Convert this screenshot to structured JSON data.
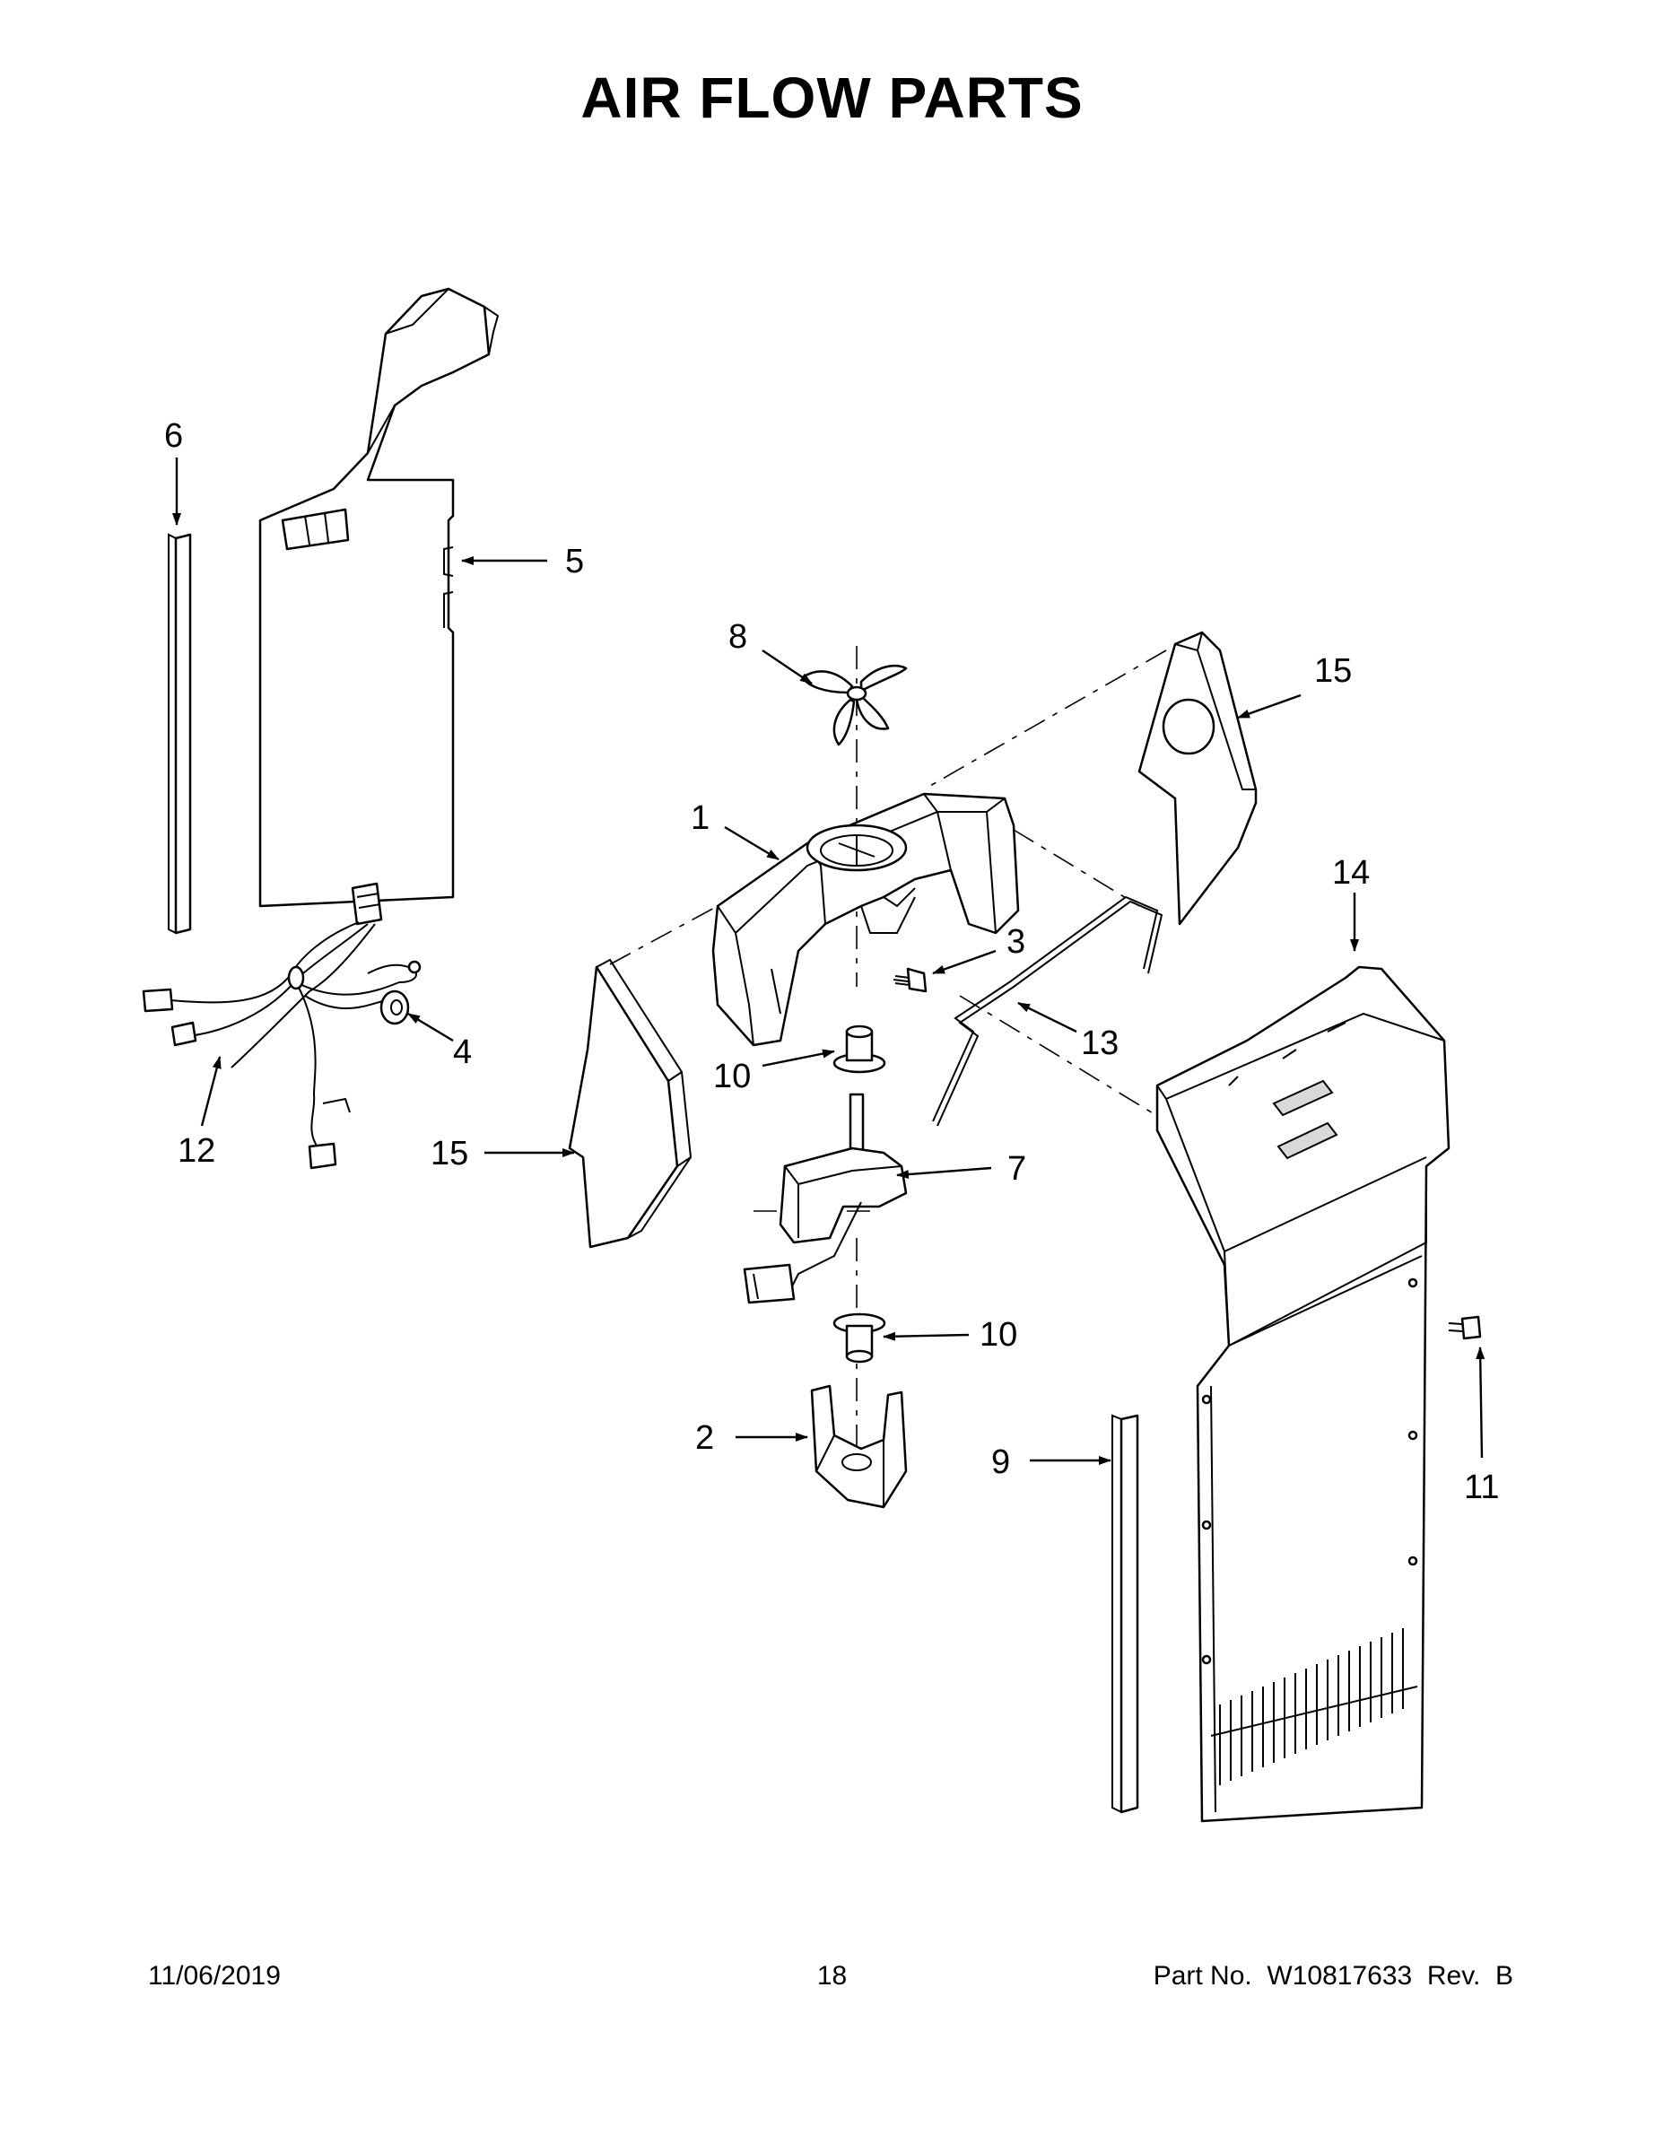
{
  "title": "AIR FLOW PARTS",
  "footer": {
    "date": "11/06/2019",
    "page_number": "18",
    "part_number": "Part No.  W10817633  Rev.  B"
  },
  "callouts": [
    "1",
    "2",
    "3",
    "4",
    "5",
    "6",
    "7",
    "8",
    "9",
    "10",
    "10",
    "11",
    "12",
    "13",
    "14",
    "15",
    "15"
  ]
}
